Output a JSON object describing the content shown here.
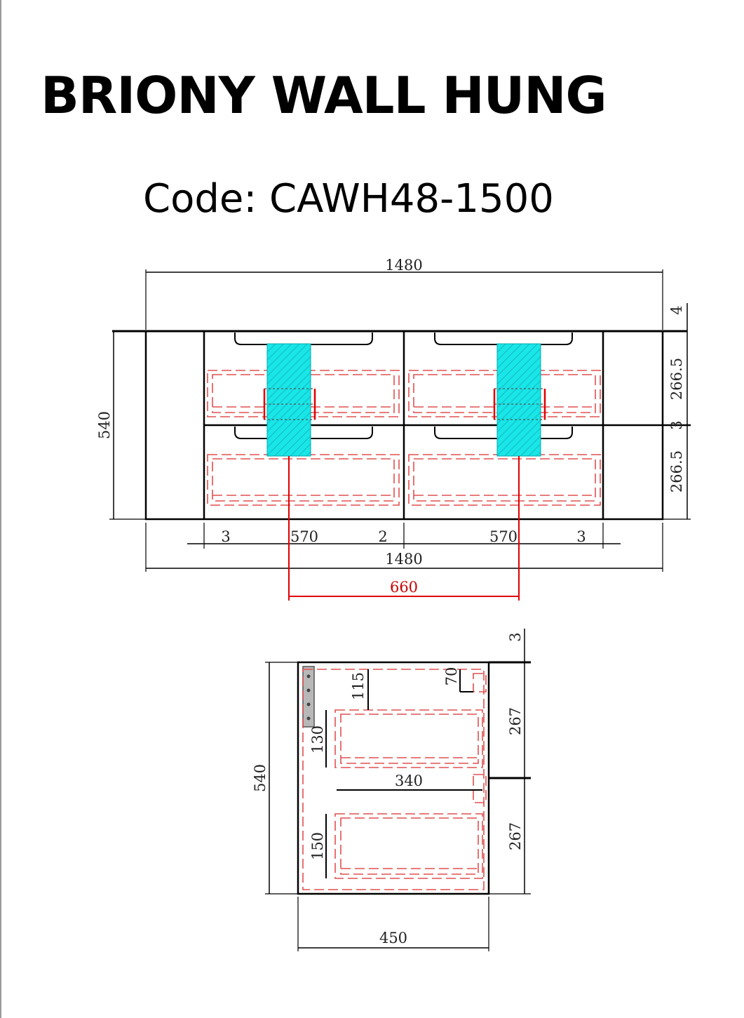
{
  "title": "BRIONY WALL HUNG",
  "code": "Code: CAWH48-1500",
  "front_view": {
    "overall_width_top": "1480",
    "overall_width_bottom": "1480",
    "height": "540",
    "top_gap": "4",
    "drawer_height_upper": "266.5",
    "drawer_height_lower": "266.5",
    "middle_gap": "3",
    "gap_left": "3",
    "drawer_width_left": "570",
    "gap_center": "2",
    "drawer_width_right": "570",
    "gap_right": "3",
    "waste_center_distance": "660"
  },
  "side_view": {
    "height": "540",
    "depth": "450",
    "top_gap": "3",
    "drawer_height_upper": "267",
    "drawer_height_lower": "267",
    "upper_drawer_cutout": "115",
    "notch": "70",
    "upper_drawer_inner": "130",
    "lower_drawer_depth": "340",
    "lower_drawer_inner": "150"
  }
}
